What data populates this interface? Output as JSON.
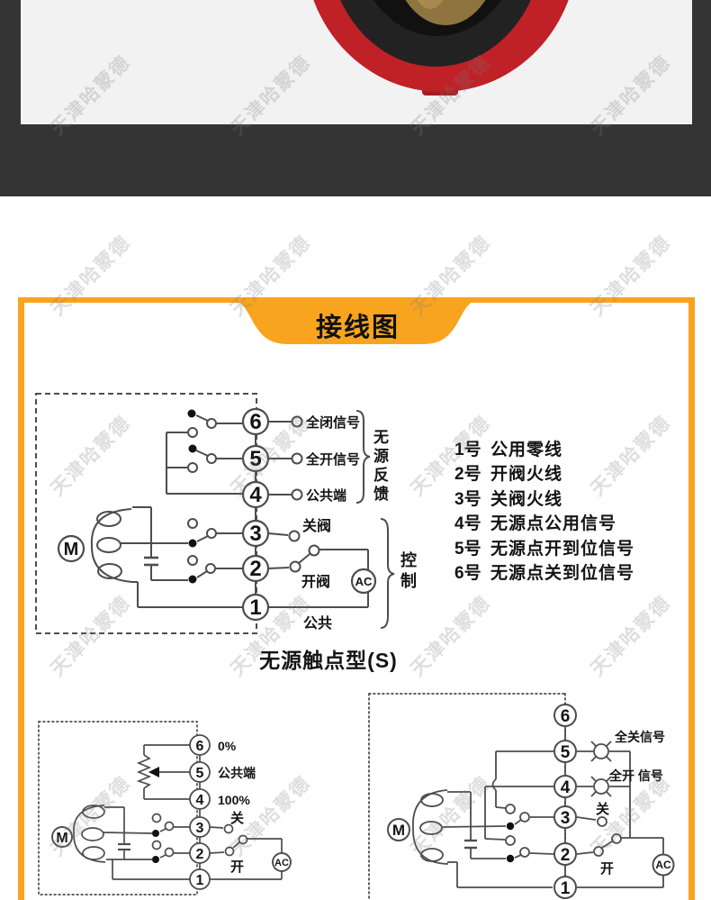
{
  "watermark": {
    "text": "天津哈蒙德"
  },
  "banner": {
    "title": "接线图",
    "accent_color": "#F8A41F"
  },
  "legend": {
    "items": [
      {
        "no": "1号",
        "desc": "公用零线"
      },
      {
        "no": "2号",
        "desc": "开阀火线"
      },
      {
        "no": "3号",
        "desc": "关阀火线"
      },
      {
        "no": "4号",
        "desc": "无源点公用信号"
      },
      {
        "no": "5号",
        "desc": "无源点开到位信号"
      },
      {
        "no": "6号",
        "desc": "无源点关到位信号"
      }
    ]
  },
  "caption": "无源触点型(S)",
  "diagram_top": {
    "terminals": [
      "6",
      "5",
      "4",
      "3",
      "2",
      "1"
    ],
    "labels": {
      "full_close_signal": "全闭信号",
      "full_open_signal": "全开信号",
      "common_terminal": "公共端",
      "close_valve": "关阀",
      "open_valve": "开阀",
      "common": "公共",
      "feedback_group": "无源反馈",
      "control_group": "控制",
      "ac": "AC",
      "motor": "M"
    }
  },
  "diagram_bottom_left": {
    "terminals": [
      "6",
      "5",
      "4",
      "3",
      "2",
      "1"
    ],
    "labels": {
      "p0": "0%",
      "common_terminal": "公共端",
      "p100": "100%",
      "close": "关",
      "open": "开",
      "ac": "AC",
      "motor": "M"
    }
  },
  "diagram_bottom_right": {
    "terminals": [
      "6",
      "5",
      "4",
      "3",
      "2",
      "1"
    ],
    "labels": {
      "full_close_signal": "全关信号",
      "full_open_signal": "全开 信号",
      "close": "关",
      "open": "开",
      "ac": "AC",
      "motor": "M"
    }
  }
}
